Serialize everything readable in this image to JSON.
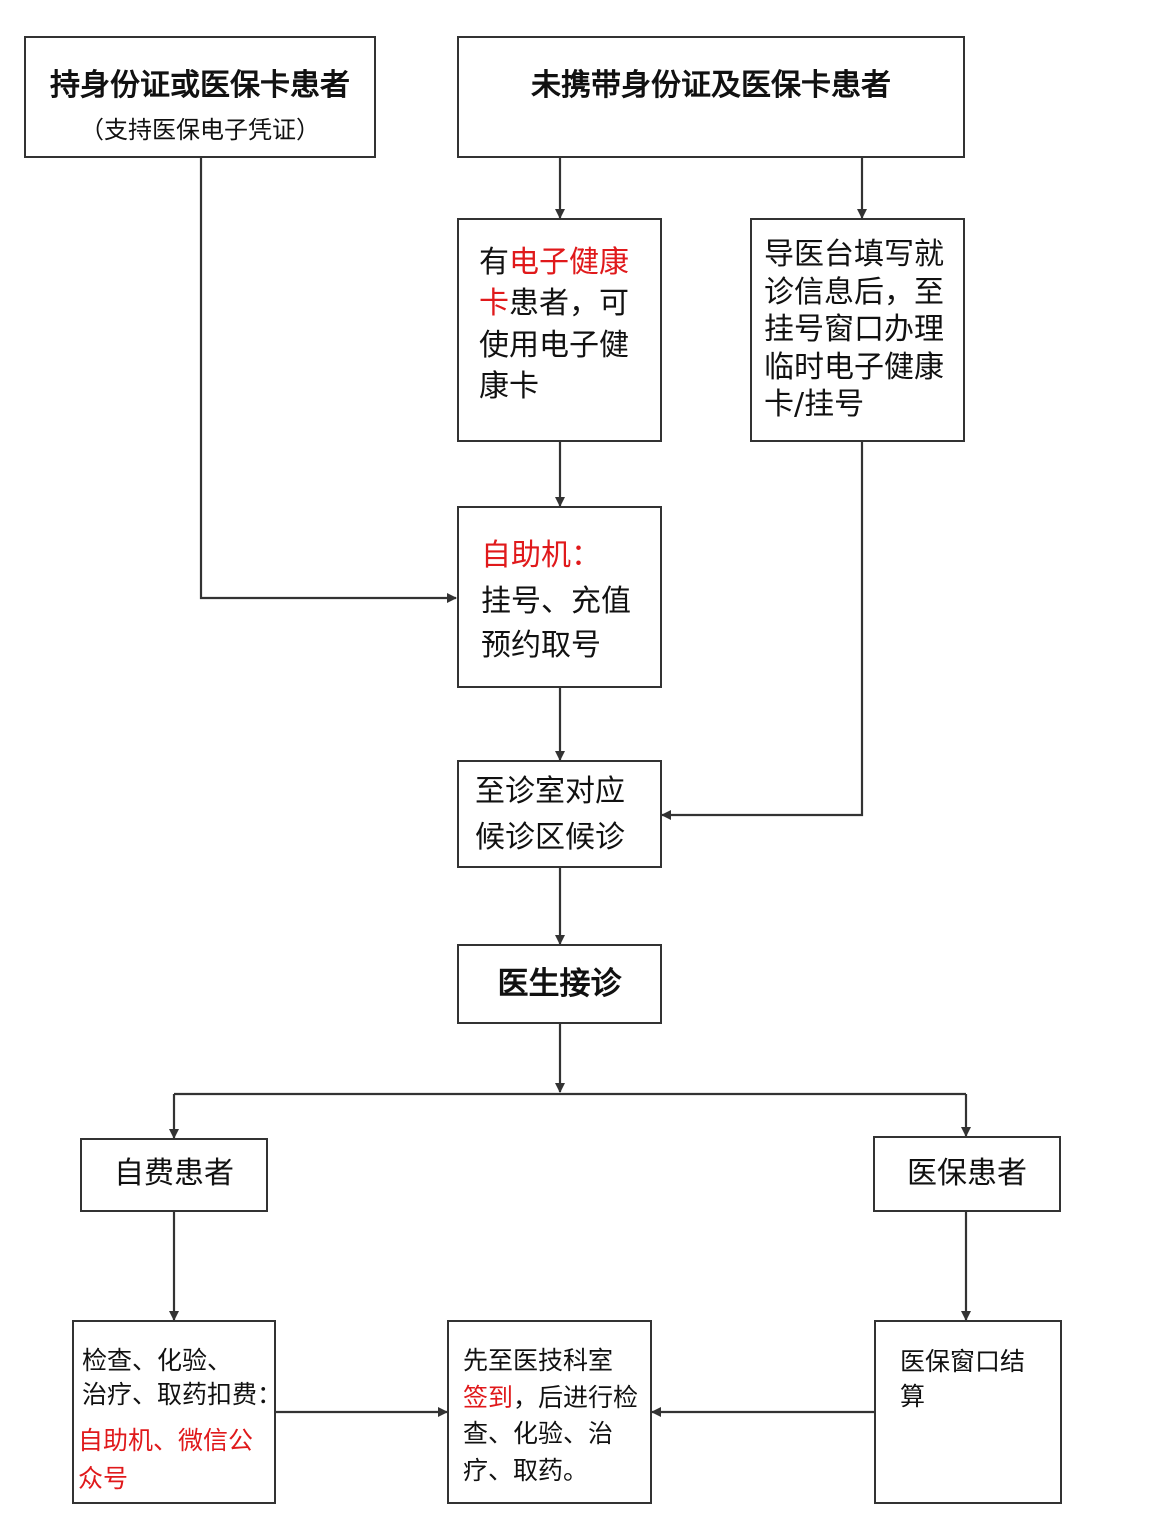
{
  "boxes": {
    "id_card": {
      "title": "持身份证或医保卡患者",
      "subtitle": "（支持医保电子凭证）"
    },
    "no_id": {
      "title": "未携带身份证及医保卡患者"
    },
    "e_health": {
      "pre": "有",
      "highlight": "电子健康卡",
      "post": "患者，可使用电子健康卡"
    },
    "guide_desk": {
      "text": "导医台填写就诊信息后，至挂号窗口办理临时电子健康卡/挂号"
    },
    "kiosk": {
      "title": "自助机：",
      "line1": "挂号、充值",
      "line2": "预约取号"
    },
    "waiting": {
      "line1": "至诊室对应",
      "line2": "候诊区候诊"
    },
    "doctor": {
      "text": "医生接诊"
    },
    "self_pay": {
      "text": "自费患者"
    },
    "insured": {
      "text": "医保患者"
    },
    "payment": {
      "line1": "检查、化验、",
      "line2": "治疗、取药扣费：",
      "highlight": "自助机、微信公众号"
    },
    "signin": {
      "line1": "先至医技科室",
      "highlight": "签到",
      "post": "，后进行检查、化验、治疗、取药。"
    },
    "settlement": {
      "text": "医保窗口结算"
    }
  },
  "colors": {
    "highlight": "#e0191b",
    "border": "#333333",
    "line": "#333333"
  }
}
